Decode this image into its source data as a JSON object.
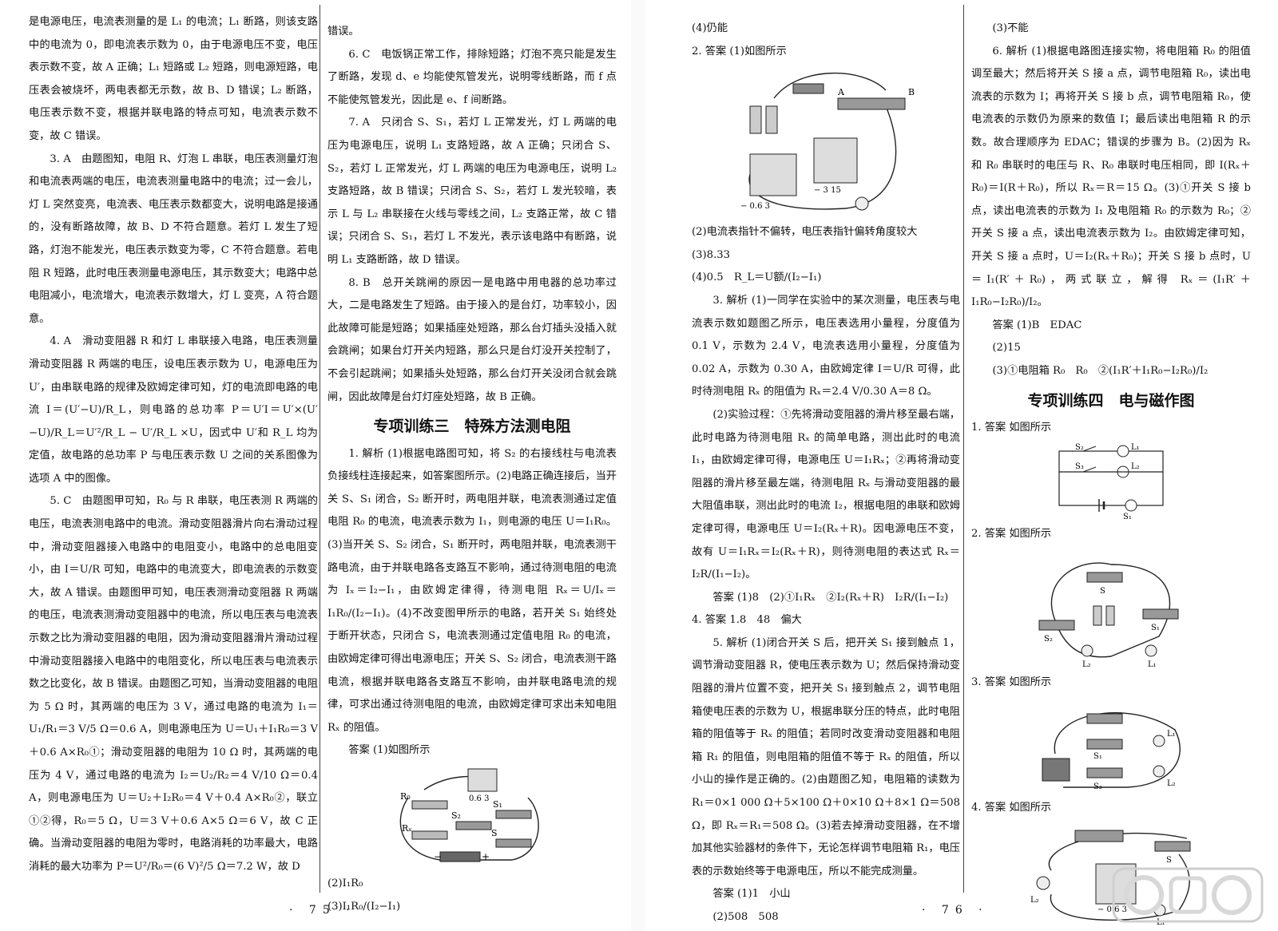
{
  "page_left": {
    "number": "75",
    "col1": [
      "是电源电压，电流表测量的是 L₁ 的电流；L₁ 断路，则该支路中的电流为 0，即电流表示数为 0，由于电源电压不变，电压表示数不变，故 A 正确；L₁ 短路或 L₂ 短路，则电源短路，电压表会被烧坏，两电表都无示数，故 B、D 错误；L₂ 断路，电压表示数不变，根据并联电路的特点可知，电流表示数不变，故 C 错误。",
      "3. A　由题图知，电阻 R、灯泡 L 串联，电压表测量灯泡和电流表两端的电压，电流表测量电路中的电流；过一会儿，灯 L 突然变亮，电流表、电压表示数都变大，说明电路是接通的，没有断路故障，故 B、D 不符合题意。若灯 L 发生了短路，灯泡不能发光，电压表示数变为零，C 不符合题意。若电阻 R 短路，此时电压表测量电源电压，其示数变大；电路中总电阻减小，电流增大，电流表示数增大，灯 L 变亮，A 符合题意。",
      "4. A　滑动变阻器 R 和灯 L 串联接入电路，电压表测量滑动变阻器 R 两端的电压，设电压表示数为 U，电源电压为 U′，由串联电路的规律及欧姆定律可知，灯的电流即电路的电流 I＝(U′−U)/R_L，则电路的总功率 P＝U′I＝U′×(U′−U)/R_L＝U′²/R_L − U′/R_L ×U，因式中 U′和 R_L 均为定值，故电路的总功率 P 与电压表示数 U 之间的关系图像为选项 A 中的图像。",
      "5. C　由题图甲可知，R₀ 与 R 串联，电压表测 R 两端的电压，电流表测电路中的电流。滑动变阻器滑片向右滑动过程中，滑动变阻器接入电路中的电阻变小，电路中的总电阻变小，由 I＝U/R 可知，电路中的电流变大，即电流表的示数变大，故 A 错误。由题图甲可知，电压表测滑动变阻器 R 两端的电压，电流表测滑动变阻器中的电流，所以电压表与电流表示数之比为滑动变阻器的电阻，因为滑动变阻器滑片滑动过程中滑动变阻器接入电路中的电阻变化，所以电压表与电流表示数之比变化，故 B 错误。由题图乙可知，当滑动变阻器的电阻为 5 Ω 时，其两端的电压为 3 V，通过电路的电流为 I₁＝U₁/R₁＝3 V/5 Ω＝0.6 A，则电源电压为 U＝U₁＋I₁R₀＝3 V＋0.6 A×R₀①；滑动变阻器的电阻为 10 Ω 时，其两端的电压为 4 V，通过电路的电流为 I₂＝U₂/R₂＝4 V/10 Ω＝0.4 A，则电源电压为 U＝U₂＋I₂R₀＝4 V＋0.4 A×R₀②，联立①②得，R₀＝5 Ω，U＝3 V＋0.6 A×5 Ω＝6 V，故 C 正确。当滑动变阻器的电阻为零时，电路消耗的功率最大，电路消耗的最大功率为 P＝U²/R₀＝(6 V)²/5 Ω＝7.2 W，故 D"
    ],
    "col2_top": [
      "错误。",
      "6. C　电饭锅正常工作，排除短路；灯泡不亮只能是发生了断路，发现 d、e 均能使氖管发光，说明零线断路，而 f 点不能使氖管发光，因此是 e、f 间断路。",
      "7. A　只闭合 S、S₁，若灯 L 正常发光，灯 L 两端的电压为电源电压，说明 L₁ 支路短路，故 A 正确；只闭合 S、S₂，若灯 L 正常发光，灯 L 两端的电压为电源电压，说明 L₂ 支路短路，故 B 错误；只闭合 S、S₂，若灯 L 发光较暗，表示 L 与 L₂ 串联接在火线与零线之间，L₂ 支路正常，故 C 错误；只闭合 S、S₁，若灯 L 不发光，表示该电路中有断路，说明 L₁ 支路断路，故 D 错误。",
      "8. B　总开关跳闸的原因一是电路中用电器的总功率过大，二是电路发生了短路。由于接入的是台灯，功率较小，因此故障可能是短路；如果插座处短路，那么台灯插头没插入就会跳闸；如果台灯开关内短路，那么只是台灯没开关控制了，不会引起跳闸；如果插头处短路，那么台灯开关没闭合就会跳闸，因此故障是台灯灯座处短路，故 B 正确。"
    ],
    "section3_title": "专项训练三　特殊方法测电阻",
    "col2_bottom": [
      "1. 解析 (1)根据电路图可知，将 S₂ 的右接线柱与电流表负接线柱连接起来，如答案图所示。(2)电路正确连接后，当开关 S、S₁ 闭合，S₂ 断开时，两电阻并联，电流表测通过定值电阻 R₀ 的电流，电流表示数为 I₁，则电源的电压 U＝I₁R₀。(3)当开关 S、S₂ 闭合，S₁ 断开时，两电阻并联，电流表测干路电流，由于并联电路各支路互不影响，通过待测电阻的电流为 Iₓ＝I₂−I₁，由欧姆定律得，待测电阻 Rₓ＝U/Iₓ＝I₁R₀/(I₂−I₁)。(4)不改变图甲所示的电路，若开关 S₁ 始终处于断开状态，只闭合 S，电流表测通过定值电阻 R₀ 的电流，由欧姆定律可得出电源电压；开关 S、S₂ 闭合，电流表测干路电流，根据并联电路各支路互不影响，由并联电路电流的规律，可求出通过待测电阻的电流，由欧姆定律可求出未知电阻 Rₓ 的阻值。",
      "答案 (1)如图所示",
      "(2)I₁R₀",
      "(3)I₁R₀/(I₂−I₁)"
    ]
  },
  "page_right": {
    "number": "76",
    "col3": [
      "(4)仍能",
      "2. 答案 (1)如图所示",
      "(2)电流表指针不偏转，电压表指针偏转角度较大",
      "(3)8.33",
      "(4)0.5　R_L＝U额/(I₂−I₁)",
      "3. 解析 (1)一同学在实验中的某次测量，电压表与电流表示数如题图乙所示，电压表选用小量程，分度值为 0.1 V，示数为 2.4 V，电流表选用小量程，分度值为 0.02 A，示数为 0.30 A，由欧姆定律 I＝U/R 可得，此时待测电阻 Rₓ 的阻值为 Rₓ＝2.4 V/0.30 A＝8 Ω。",
      "(2)实验过程：①先将滑动变阻器的滑片移至最右端，此时电路为待测电阻 Rₓ 的简单电路，测出此时的电流 I₁，由欧姆定律可得，电源电压 U＝I₁Rₓ；②再将滑动变阻器的滑片移至最左端，待测电阻 Rₓ 与滑动变阻器的最大阻值串联，测出此时的电流 I₂，根据电阻的串联和欧姆定律可得，电源电压 U＝I₂(Rₓ＋R)。因电源电压不变，故有 U＝I₁Rₓ＝I₂(Rₓ＋R)，则待测电阻的表达式 Rₓ＝I₂R/(I₁−I₂)。",
      "答案 (1)8　(2)①I₁Rₓ　②I₂(Rₓ＋R)　I₂R/(I₁−I₂)",
      "4. 答案 1.8　48　偏大",
      "5. 解析 (1)闭合开关 S 后，把开关 S₁ 接到触点 1，调节滑动变阻器 R，使电压表示数为 U；然后保持滑动变阻器的滑片位置不变，把开关 S₁ 接到触点 2，调节电阻箱使电压表的示数为 U，根据串联分压的特点，此时电阻箱的阻值等于 Rₓ 的阻值；若同时改变滑动变阻器和电阻箱 R₁ 的阻值，则电阻箱的阻值不等于 Rₓ 的阻值，所以小山的操作是正确的。(2)由题图乙知，电阻箱的读数为 R₁＝0×1 000 Ω＋5×100 Ω＋0×10 Ω＋8×1 Ω＝508 Ω，即 Rₓ＝R₁＝508 Ω。(3)若去掉滑动变阻器，在不增加其他实验器材的条件下，无论怎样调节电阻箱 R₁，电压表的示数始终等于电源电压，所以不能完成测量。",
      "答案 (1)1　小山",
      "(2)508　508"
    ],
    "col4_top": [
      "(3)不能",
      "6. 解析 (1)根据电路图连接实物，将电阻箱 R₀ 的阻值调至最大；然后将开关 S 接 a 点，调节电阻箱 R₀，读出电流表的示数为 I；再将开关 S 接 b 点，调节电阻箱 R₀，使电流表的示数仍为原来的数值 I；最后读出电阻箱 R 的示数。故合理顺序为 EDAC；错误的步骤为 B。(2)因为 Rₓ 和 R₀ 串联时的电压与 R、R₀ 串联时电压相同，即 I(Rₓ＋R₀)＝I(R＋R₀)，所以 Rₓ＝R＝15 Ω。(3)①开关 S 接 b 点，读出电流表的示数为 I₁ 及电阻箱 R₀ 的示数为 R₀；②开关 S 接 a 点，读出电流表示数为 I₂。由欧姆定律可知，开关 S 接 a 点时，U＝I₂(Rₓ＋R₀)；开关 S 接 b 点时，U＝I₁(R′＋R₀)，两式联立，解得 Rₓ＝(I₁R′＋I₁R₀−I₂R₀)/I₂。",
      "答案 (1)B　EDAC",
      "(2)15",
      "(3)①电阻箱 R₀　R₀　②(I₁R′＋I₁R₀−I₂R₀)/I₂"
    ],
    "section4_title": "专项训练四　电与磁作图",
    "col4_answers": [
      "1. 答案 如图所示",
      "2. 答案 如图所示",
      "3. 答案 如图所示",
      "4. 答案 如图所示"
    ]
  },
  "figure_labels": {
    "fig_r0": "R₀",
    "fig_rx": "Rₓ",
    "fig_s1": "S₁",
    "fig_s2": "S₂",
    "fig_s": "S",
    "meter": "0.6 3",
    "meter2": "− 0.6 3",
    "meter3": "− 3 15",
    "A": "A",
    "B": "B",
    "L1": "L₁",
    "L2": "L₂",
    "S1": "S₁",
    "S2": "S₂",
    "S3": "S₃",
    "S": "S",
    "minus": "−",
    "plus": "+"
  }
}
